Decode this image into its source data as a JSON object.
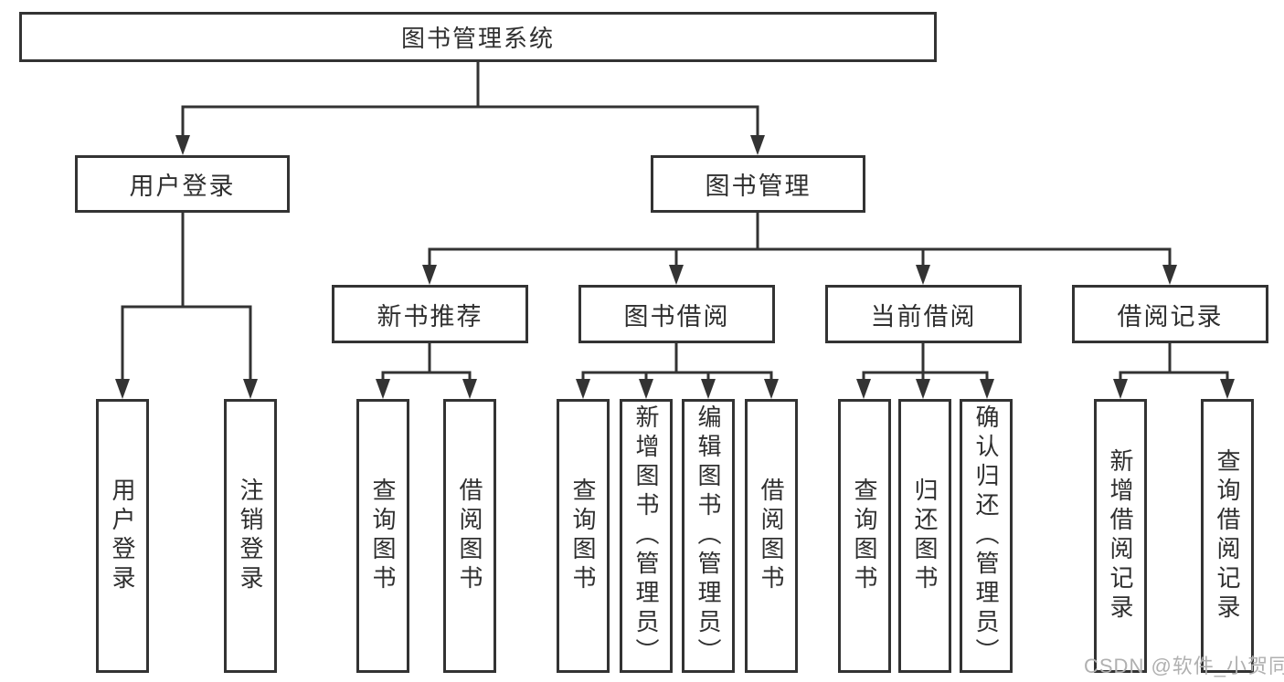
{
  "title": "图书管理系统",
  "watermark": "CSDN @软件_小贺同学",
  "colors": {
    "line": "#333333",
    "box_border": "#333333",
    "text": "#2f2f2f",
    "background": "#ffffff",
    "watermark": "#b0b0b0"
  },
  "tree": {
    "root": {
      "label": "图书管理系统"
    },
    "branches": [
      {
        "label": "用户登录",
        "leaves": [
          {
            "label": "用户登录"
          },
          {
            "label": "注销登录"
          }
        ]
      },
      {
        "label": "图书管理",
        "groups": [
          {
            "label": "新书推荐",
            "leaves": [
              {
                "label": "查询图书"
              },
              {
                "label": "借阅图书"
              }
            ]
          },
          {
            "label": "图书借阅",
            "leaves": [
              {
                "label": "查询图书"
              },
              {
                "label": "新增图书（管理员）"
              },
              {
                "label": "编辑图书（管理员）"
              },
              {
                "label": "借阅图书"
              }
            ]
          },
          {
            "label": "当前借阅",
            "leaves": [
              {
                "label": "查询图书"
              },
              {
                "label": "归还图书"
              },
              {
                "label": "确认归还（管理员）"
              }
            ]
          },
          {
            "label": "借阅记录",
            "leaves": [
              {
                "label": "新增借阅记录"
              },
              {
                "label": "查询借阅记录"
              }
            ]
          }
        ]
      }
    ]
  }
}
